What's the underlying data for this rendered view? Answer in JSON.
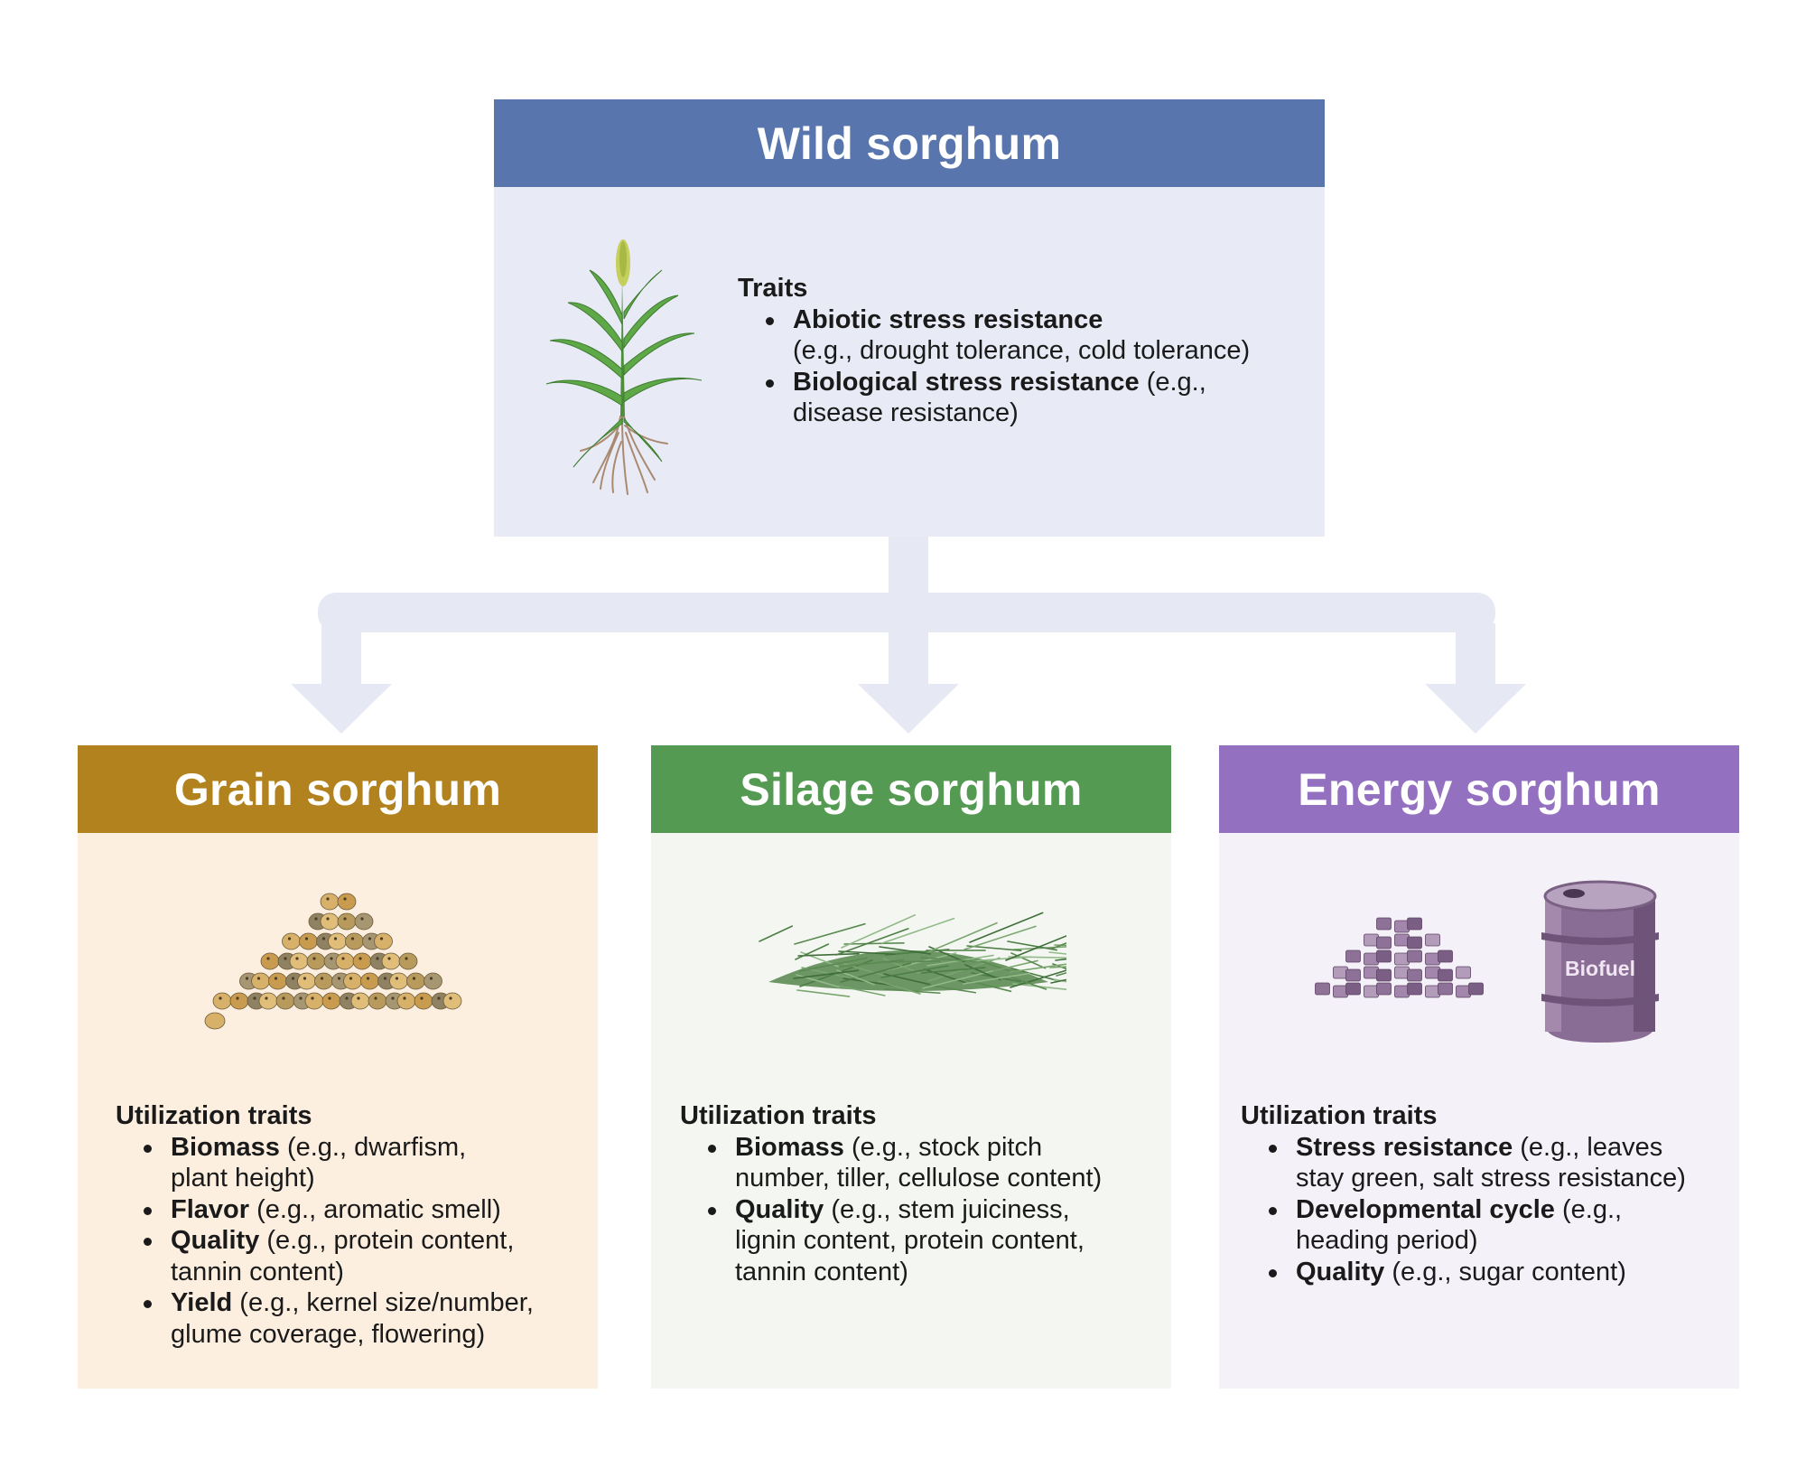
{
  "wild": {
    "title": "Wild sorghum",
    "traits_heading": "Traits",
    "items": [
      {
        "name": "Abiotic stress resistance",
        "detail_lines": [
          "(e.g., drought tolerance, cold tolerance)"
        ]
      },
      {
        "name": "Biological stress resistance",
        "name_suffix": " (e.g.,",
        "detail_lines": [
          "disease resistance)"
        ]
      }
    ]
  },
  "grain": {
    "title": "Grain sorghum",
    "traits_heading": "Utilization traits",
    "items": [
      {
        "name": "Biomass",
        "rest": " (e.g., dwarfism,",
        "line2": "plant height)"
      },
      {
        "name": "Flavor",
        "rest": " (e.g., aromatic smell)"
      },
      {
        "name": "Quality",
        "rest": " (e.g., protein content,",
        "line2": "tannin content)"
      },
      {
        "name": "Yield",
        "rest": " (e.g., kernel size/number,",
        "line2": "glume coverage, flowering)"
      }
    ]
  },
  "silage": {
    "title": "Silage sorghum",
    "traits_heading": "Utilization traits",
    "items": [
      {
        "name": "Biomass",
        "rest": " (e.g., stock pitch",
        "line2": "number, tiller, cellulose content)"
      },
      {
        "name": "Quality",
        "rest": " (e.g., stem juiciness,",
        "line2": "lignin content, protein content,",
        "line3": "tannin content)"
      }
    ]
  },
  "energy": {
    "title": "Energy sorghum",
    "traits_heading": "Utilization traits",
    "barrel_label": "Biofuel",
    "items": [
      {
        "name": "Stress resistance",
        "rest": " (e.g., leaves",
        "line2": "stay green, salt stress resistance)"
      },
      {
        "name": "Developmental cycle",
        "rest": " (e.g.,",
        "line2": "heading period)"
      },
      {
        "name": "Quality",
        "rest": " (e.g., sugar content)"
      }
    ]
  },
  "colors": {
    "wild": "#5876ad",
    "grain": "#b2821e",
    "silage": "#559a53",
    "energy": "#9370c0",
    "arrow": "#e6e9f4"
  },
  "icons": [
    "sorghum-plant-icon",
    "grain-pile-icon",
    "silage-pile-icon",
    "pellet-pile-icon",
    "biofuel-barrel-icon"
  ]
}
